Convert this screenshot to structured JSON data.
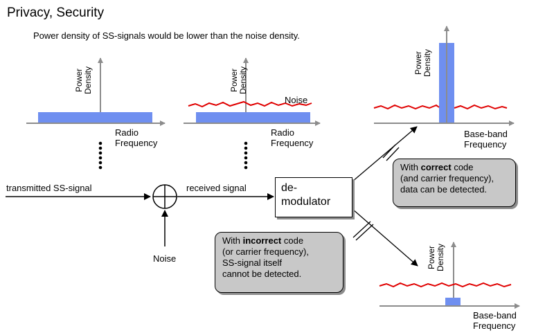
{
  "title": "Privacy, Security",
  "subtitle": "Power density of SS-signals would be lower than the noise density.",
  "plot1": {
    "y_label_1": "Power",
    "y_label_2": "Density",
    "x_label_1": "Radio",
    "x_label_2": "Frequency"
  },
  "plot2": {
    "y_label_1": "Power",
    "y_label_2": "Density",
    "x_label_1": "Radio",
    "x_label_2": "Frequency",
    "noise_label": "Noise"
  },
  "plot3": {
    "y_label_1": "Power",
    "y_label_2": "Density",
    "x_label_1": "Base-band",
    "x_label_2": "Frequency"
  },
  "plot4": {
    "y_label_1": "Power",
    "y_label_2": "Density",
    "x_label_1": "Base-band",
    "x_label_2": "Frequency"
  },
  "flow": {
    "transmitted": "transmitted SS-signal",
    "received": "received signal",
    "noise": "Noise",
    "demod_1": "de-",
    "demod_2": "modulator"
  },
  "correct_box": {
    "line1_pre": "With ",
    "line1_bold": "correct",
    "line1_post": " code",
    "line2": "(and carrier frequency),",
    "line3": "data can be detected."
  },
  "incorrect_box": {
    "line1_pre": "With ",
    "line1_bold": "incorrect",
    "line1_post": " code",
    "line2": "(or carrier frequency),",
    "line3": "SS-signal itself",
    "line4": "cannot be detected."
  },
  "colors": {
    "signal": "#6f8ff0",
    "noise": "#e00000",
    "axis": "#8c8c8c",
    "box": "#c8c8c8"
  }
}
